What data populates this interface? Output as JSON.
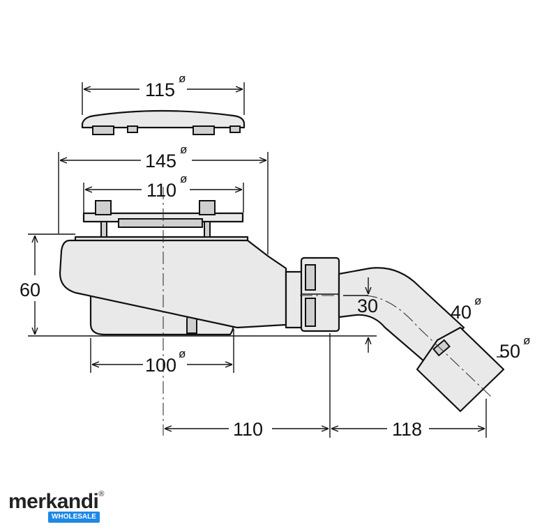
{
  "dimensions": {
    "cover_diameter": {
      "value": "115",
      "symbol": "ø"
    },
    "flange_diameter": {
      "value": "145",
      "symbol": "ø"
    },
    "grate_diameter": {
      "value": "110",
      "symbol": "ø"
    },
    "body_diameter": {
      "value": "100",
      "symbol": "ø"
    },
    "height": {
      "value": "60"
    },
    "water_seal": {
      "value": "30"
    },
    "outlet_40": {
      "value": "40",
      "symbol": "ø"
    },
    "outlet_50": {
      "value": "50",
      "symbol": "ø"
    },
    "length_110": {
      "value": "110"
    },
    "length_118": {
      "value": "118"
    }
  },
  "brand": {
    "name": "merkandi",
    "reg": "®",
    "tagline": "WHOLESALE",
    "tagline_color": "#1e88e5"
  }
}
